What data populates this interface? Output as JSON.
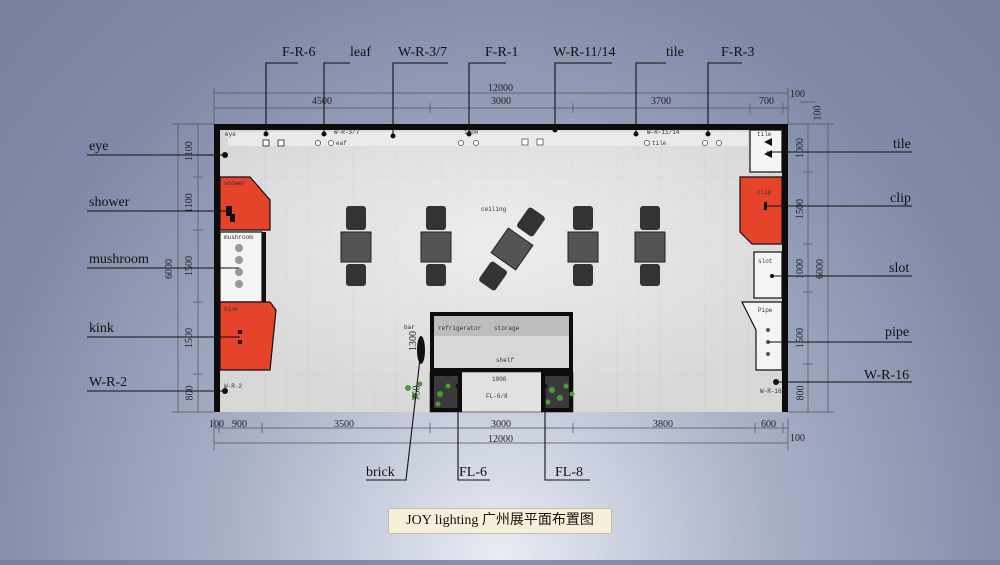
{
  "callouts": {
    "top": [
      "F-R-6",
      "leaf",
      "W-R-3/7",
      "F-R-1",
      "W-R-11/14",
      "tile",
      "F-R-3"
    ],
    "left": [
      "eye",
      "shower",
      "mushroom",
      "kink",
      "W-R-2"
    ],
    "right": [
      "tile",
      "clip",
      "slot",
      "pipe",
      "W-R-16"
    ],
    "bottom": [
      "brick",
      "FL-6",
      "FL-8"
    ]
  },
  "dimensions": {
    "top_total": "12000",
    "top_segments": [
      "4500",
      "3000",
      "3700",
      "700",
      "100"
    ],
    "top_right_v": "100",
    "bottom_total": "12000",
    "bottom_segments": [
      "100",
      "900",
      "3500",
      "3000",
      "3800",
      "600",
      "100"
    ],
    "left_total": "6000",
    "left_segments": [
      "1100",
      "1100",
      "1500",
      "1500",
      "800"
    ],
    "right_total": "6000",
    "right_segments": [
      "1000",
      "1500",
      "1000",
      "1500",
      "800"
    ],
    "inner": [
      "1300",
      "750",
      "1000",
      "1000"
    ]
  },
  "plan_labels": {
    "eye": "eye",
    "wr37": "W-R-3/7",
    "shower_small": "shower",
    "mushroom_small": "mushroom",
    "kink_small": "kink",
    "wr2_small": "W-R-2",
    "tile_small": "tile",
    "clip_small": "clip",
    "slot_small": "slot",
    "pipe_small": "Pipe",
    "wr16_small": "W-R-16",
    "wr1114": "W-R-11/14",
    "tile_top": "tile",
    "leaf_small": "eaf",
    "ceiling": "ceiling",
    "refrigerator": "refrigerator",
    "storage": "storage",
    "shelf": "shelf",
    "fl68": "FL-6/8",
    "bar": "bar"
  },
  "caption": "JOY lighting 广州展平面布置图",
  "colors": {
    "accent": "#e5432a",
    "wall": "#0c0c0c",
    "floor": "#d9d9da",
    "background": "#7f8aa8"
  }
}
